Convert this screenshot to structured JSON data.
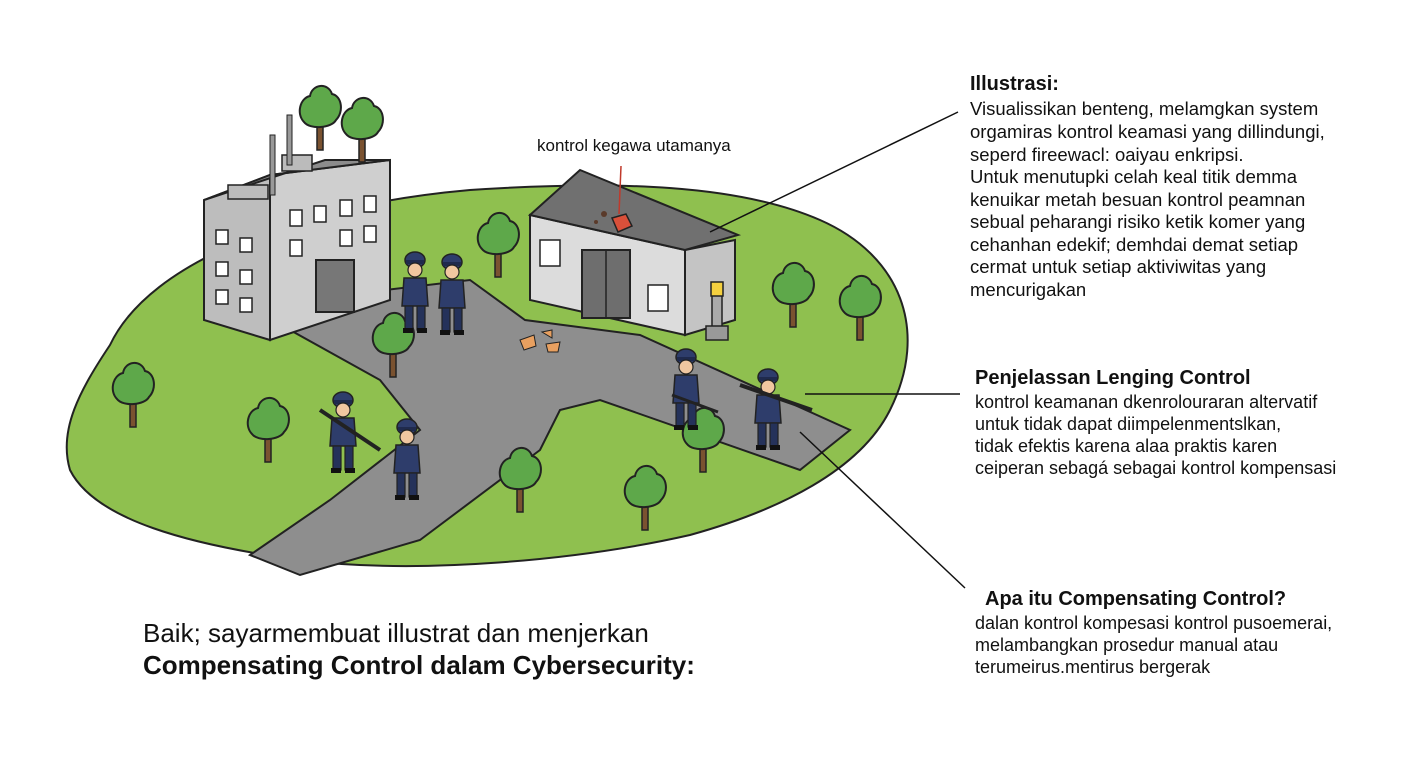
{
  "callouts": {
    "illustrasi": {
      "title": "Illustrasi:",
      "lines": [
        "Visualissikan benteng, melamgkan system",
        "orgamiras kontrol keamasi yang dillindungi,",
        "seperd fireewacl: oaiyau enkripsi.",
        "Untuk menutupki celah keal titik demma",
        "kenuikar metah besuan kontrol peamnan",
        "sebual peharangi risiko ketik komer yang",
        "cehanhan edekif; demhdai demat setiap",
        "cermat untuk setiap aktiviwitas yang",
        "mencurigakan"
      ]
    },
    "penjelasan": {
      "title": "Penjelassan Lenging Control",
      "lines": [
        "kontrol keamanan dkenrolouraran altervatif",
        "untuk tidak dapat diimpelenmentslkan,",
        "tidak efektis karena alaa praktis karen",
        "ceiperan sebagá sebagai kontrol kompensasi"
      ]
    },
    "apa_itu": {
      "title": "Apa itu Compensating Control?",
      "lines": [
        "dalan kontrol kompesasi kontrol pusoemerai,",
        "melambangkan prosedur manual atau",
        "terumeirus.mentirus bergerak"
      ]
    }
  },
  "intro": {
    "line1": "Baik; sayarmembuat illustrat dan menjerkan",
    "line2": "Compensating Control dalam Cybersecurity:"
  },
  "scene": {
    "roof_label": "kontrol kegawa utamanya",
    "colors": {
      "grass": "#8fc04f",
      "road": "#8e8e8e",
      "building": "#cfcfcf",
      "roof": "#707070",
      "tree": "#5ea84a",
      "uniform": "#2e3d6b",
      "alarm": "#d9503a"
    }
  }
}
